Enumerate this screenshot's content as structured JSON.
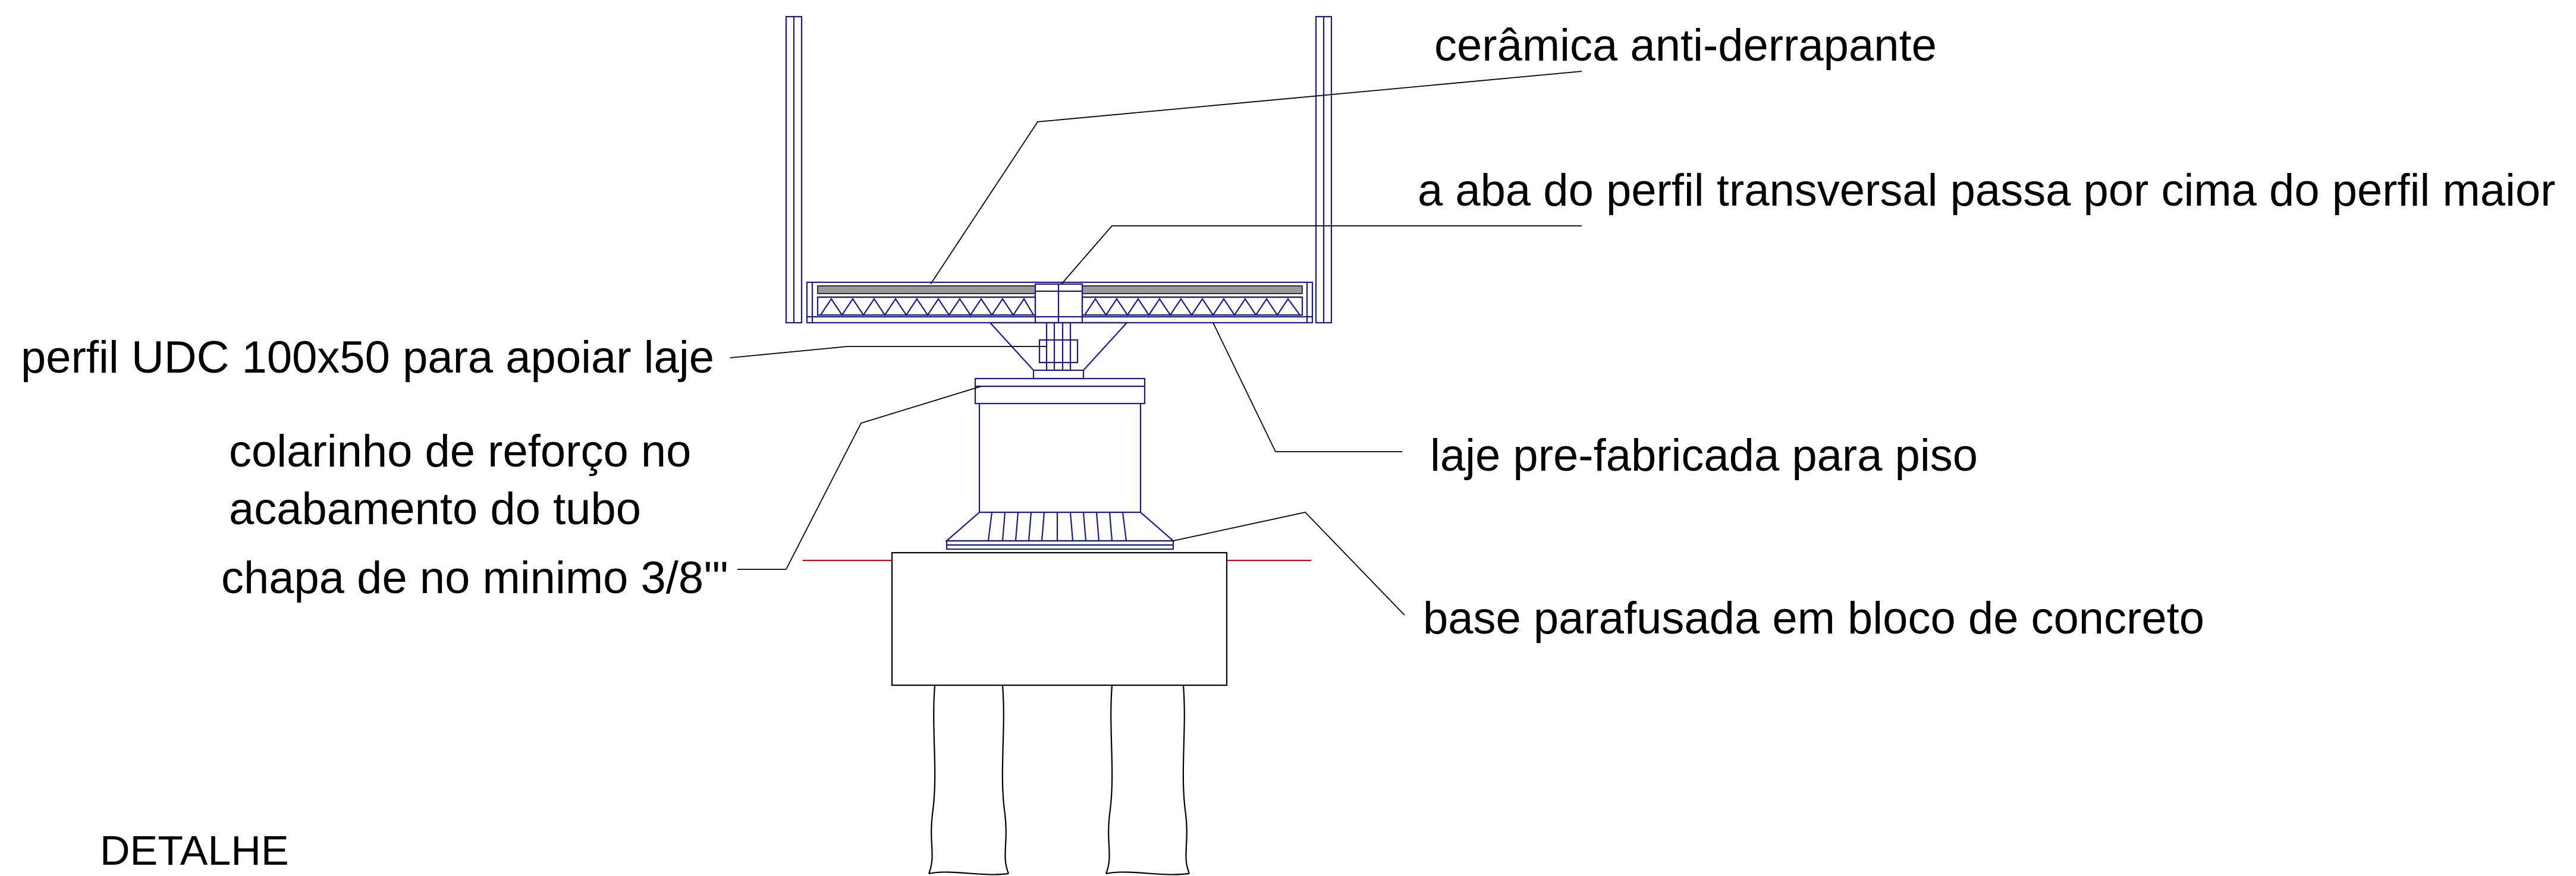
{
  "labels": {
    "ceramica": "cerâmica anti-derrapante",
    "aba": "a aba do perfil transversal passa por cima do perfil maior",
    "perfil_udc": "perfil UDC 100x50 para apoiar laje",
    "laje": "laje pre-fabricada para piso",
    "colarinho_1": "colarinho de reforço no",
    "colarinho_2": "acabamento do tubo",
    "chapa": "chapa de no minimo 3/8'\"",
    "base": "base parafusada em bloco de concreto",
    "detalhe": "DETALHE"
  },
  "colors": {
    "steel": "#1a1a8c",
    "leader": "#000000",
    "level_line": "#cc0000"
  }
}
